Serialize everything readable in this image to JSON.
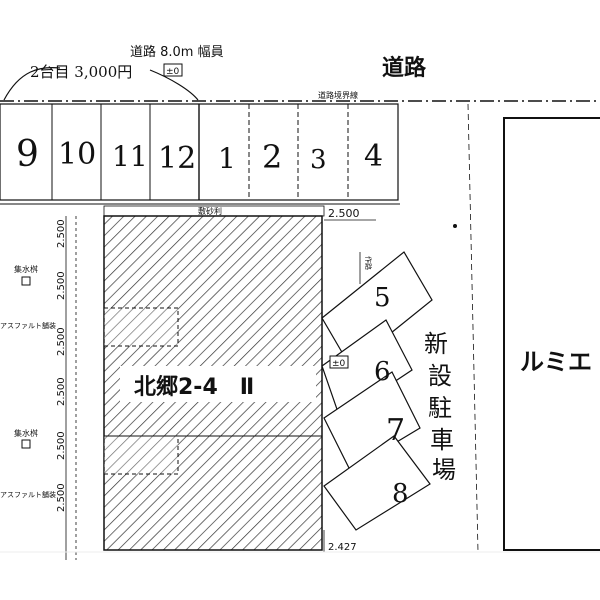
{
  "header": {
    "road_width_label": "道路 8.0m 幅員",
    "price_note": "2台目 3,000円",
    "level_mark_top": "±0",
    "road_label": "道路",
    "boundary_label": "道路境界線"
  },
  "parking_top": {
    "spaces": [
      "9",
      "10",
      "11",
      "12",
      "1",
      "2",
      "3",
      "4"
    ]
  },
  "dimensions": {
    "gravel_label": "敷砂利",
    "width_2500": "2.500",
    "bottom_dim": "2.427",
    "side_labels": [
      "2.500",
      "2.500",
      "2.500",
      "2.500",
      "2.500",
      "2.500"
    ],
    "side_small": "作路"
  },
  "left_strip": {
    "drain_1": "集水桝",
    "asphalt_1": "アスファルト舗装",
    "drain_2": "集水桝",
    "asphalt_2": "アスファルト舗装"
  },
  "building": {
    "name": "北郷2-4　Ⅱ"
  },
  "new_parking": {
    "spaces": [
      "5",
      "6",
      "7",
      "8"
    ],
    "level_mark": "±0",
    "note_chars": [
      "新",
      "設",
      "駐",
      "車",
      "場"
    ]
  },
  "neighbor": {
    "label": "ルミエ"
  },
  "colors": {
    "ink": "#111111",
    "hatch": "#333333",
    "paper": "#ffffff"
  }
}
